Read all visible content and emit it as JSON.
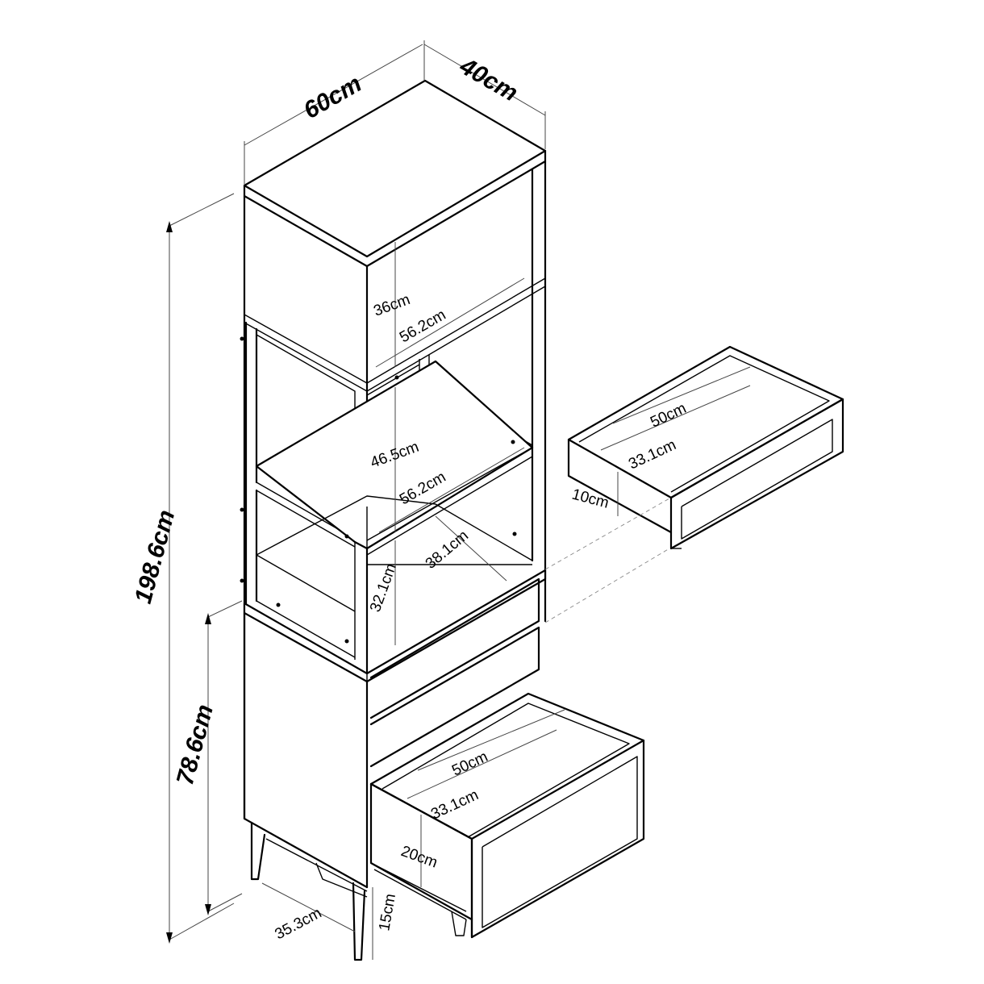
{
  "labels": {
    "width": "60cm",
    "depth": "40cm",
    "total_height": "198.6cm",
    "lower_height": "78.6cm",
    "top_open_height": "36cm",
    "top_open_width": "56.2cm",
    "middle_open_height": "46.5cm",
    "middle_open_width": "56.2cm",
    "lower_open_height": "32.1cm",
    "lower_open_depth": "38.1cm",
    "detached_drawer_width": "50cm",
    "detached_drawer_depth": "33.1cm",
    "detached_drawer_height": "10cm",
    "bottom_drawer_width": "50cm",
    "bottom_drawer_depth": "33.1cm",
    "bottom_drawer_height": "20cm",
    "leg_height": "15cm",
    "leg_spacing": "35.3cm"
  },
  "colors": {
    "line": "#000000",
    "dimension": "#444444",
    "background": "#ffffff"
  }
}
